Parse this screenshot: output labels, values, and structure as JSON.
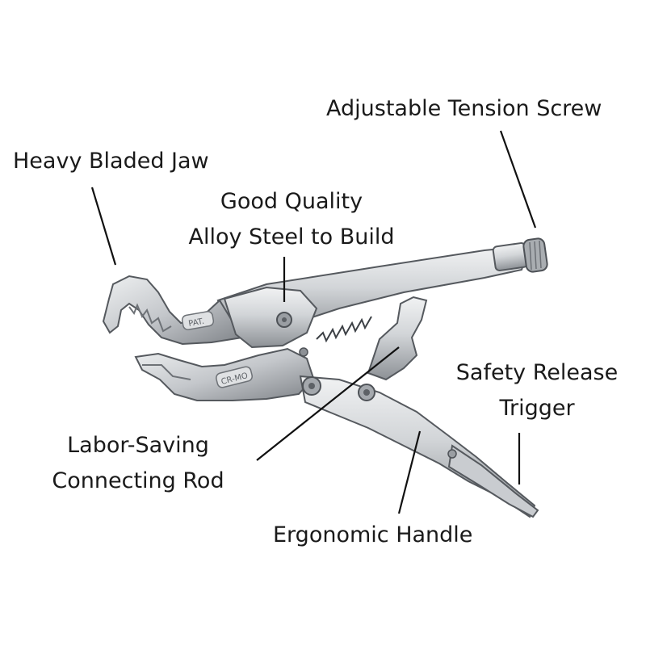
{
  "diagram": {
    "labels": {
      "tension_screw": "Adjustable Tension Screw",
      "jaw": "Heavy Bladed Jaw",
      "alloy": {
        "line1": "Good Quality",
        "line2": "Alloy Steel to Build"
      },
      "release_trigger": {
        "line1": "Safety Release",
        "line2": "Trigger"
      },
      "connecting_rod": {
        "line1": "Labor-Saving",
        "line2": "Connecting Rod"
      },
      "handle": "Ergonomic Handle"
    },
    "stamps": {
      "pat": "PAT.",
      "crmo": "CR-MO"
    },
    "colors": {
      "text": "#1a1a1a",
      "leader": "#111111",
      "steel_light": "#e4e6e8",
      "steel_mid": "#b9bcc0",
      "steel_dark": "#6f7378",
      "outline": "#55595e"
    }
  }
}
